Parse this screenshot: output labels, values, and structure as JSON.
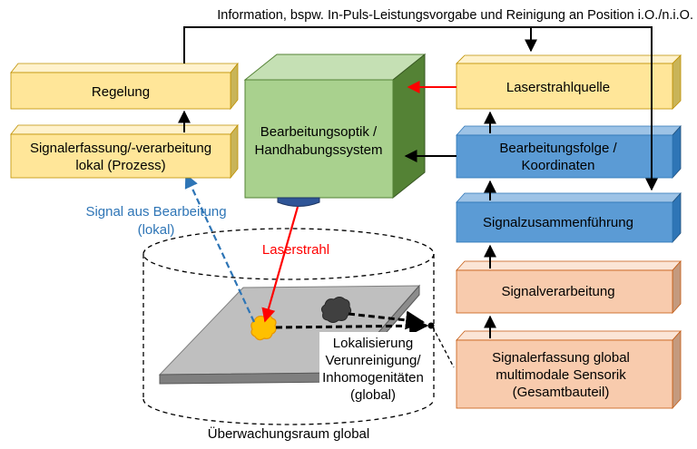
{
  "top_info": "Information, bspw. In-Puls-Leistungsvorgabe und Reinigung an Position i.O./n.i.O.",
  "boxes": {
    "regelung": "Regelung",
    "signalerfassung_lokal": [
      "Signalerfassung/-verarbeitung",
      "lokal (Prozess)"
    ],
    "bearbeitungsoptik": [
      "Bearbeitungsoptik /",
      "Handhabungssystem"
    ],
    "laserstrahlquelle": "Laserstrahlquelle",
    "bearbeitungsfolge": [
      "Bearbeitungsfolge /",
      "Koordinaten"
    ],
    "signalzusammenfuehrung": "Signalzusammenführung",
    "signalverarbeitung": "Signalverarbeitung",
    "signalerfassung_global": [
      "Signalerfassung global",
      "multimodale Sensorik",
      "(Gesamtbauteil)"
    ]
  },
  "labels": {
    "signal_bearbeitung": [
      "Signal aus Bearbeitung",
      "(lokal)"
    ],
    "laserstrahl": "Laserstrahl",
    "lokalisierung": [
      "Lokalisierung",
      "Verunreinigung/",
      "Inhomogenitäten",
      "(global)"
    ],
    "ueberwachungsraum": "Überwachungsraum global"
  },
  "colors": {
    "yellow_front": "#FFE699",
    "yellow_top": "#FFF2CC",
    "yellow_side": "#C9B458",
    "green_front": "#A9D18E",
    "green_top": "#C5E0B4",
    "green_side": "#548235",
    "blue_front": "#5B9BD5",
    "blue_top": "#9DC3E6",
    "blue_side": "#2E75B6",
    "orange_front": "#F8CBAD",
    "orange_top": "#FBE5D6",
    "orange_side": "#C49A7E",
    "arrow_red": "#FF0000",
    "arrow_blue": "#2E75B6",
    "label_blue": "#2E75B6",
    "label_red": "#FF0000",
    "plate_top": "#BFBFBF",
    "plate_side": "#7F7F7F",
    "defect": "#FFC000",
    "contamination": "#404040"
  }
}
